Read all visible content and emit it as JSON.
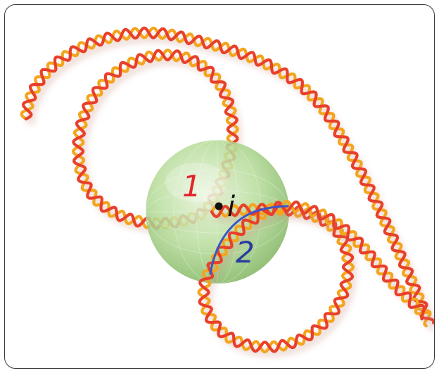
{
  "figure": {
    "labels": {
      "region_one": "1",
      "region_two": "2",
      "point": "i"
    },
    "colors": {
      "strand_red": "#e8402a",
      "strand_orange": "#f3a51d",
      "sphere_green": "#9fcf7f",
      "label_one": "#e3242b",
      "label_two": "#2a3c9e",
      "path_blue": "#3b55c8",
      "point": "#111111"
    }
  }
}
